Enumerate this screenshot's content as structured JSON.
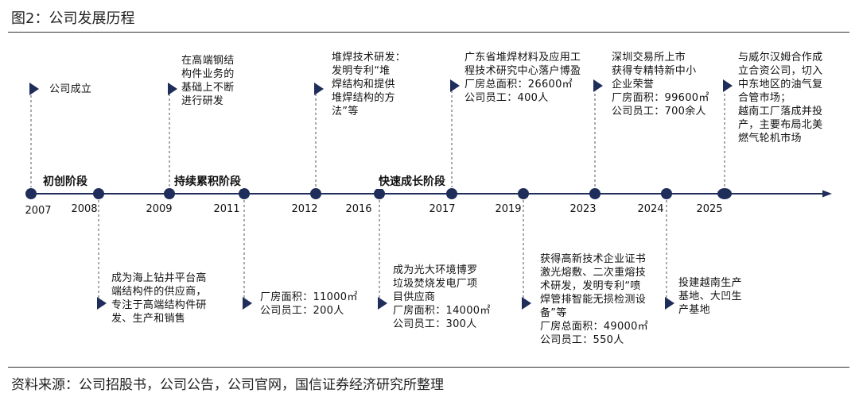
{
  "header": {
    "title": "图2：公司发展历程"
  },
  "footer": {
    "source": "资料来源：公司招股书，公司公告，公司官网，国信证券经济研究所整理"
  },
  "colors": {
    "accent": "#1f2d5a",
    "axis": "#1f2d5a"
  },
  "years": [
    "2007",
    "2008",
    "2009",
    "2011",
    "2012",
    "2016",
    "2017",
    "2019",
    "2023",
    "2024",
    "2025"
  ],
  "stages": [
    "初创阶段",
    "持续累积阶段",
    "快速成长阶段"
  ],
  "events_above": [
    {
      "text": "公司成立"
    },
    {
      "text": "在高端钢结\n构件业务的\n基础上不断\n进行研发"
    },
    {
      "text": "堆焊技术研发：\n发明专利“堆\n焊结构和提供\n堆焊结构的方\n法”等"
    },
    {
      "text": "广东省堆焊材料及应用工\n程技术研究中心落户博盈\n厂房总面积：26600㎡\n公司员工：400人"
    },
    {
      "text": "深圳交易所上市\n获得专精特新中小\n企业荣誉\n厂房面积：99600㎡\n公司员工：700余人"
    },
    {
      "text": "与威尔汉姆合作成\n立合资公司，切入\n中东地区的油气复\n合管市场；\n越南工厂落成并投\n产，主要布局北美\n燃气轮机市场"
    }
  ],
  "events_below": [
    {
      "text": "成为海上钻井平台高\n端结构件的供应商，\n专注于高端结构件研\n发、生产和销售"
    },
    {
      "text": "厂房面积：11000㎡\n公司员工：200人"
    },
    {
      "text": "成为光大环境博罗\n垃圾焚烧发电厂项\n目供应商\n厂房面积：14000㎡\n公司员工：300人"
    },
    {
      "text": "获得高新技术企业证书\n激光熔敷、二次重熔技\n术研发，发明专利“喷\n焊管排智能无损检测设\n备”等\n厂房总面积：49000㎡\n公司员工：550人"
    },
    {
      "text": "投建越南生产\n基地、大凹生\n产基地"
    }
  ]
}
